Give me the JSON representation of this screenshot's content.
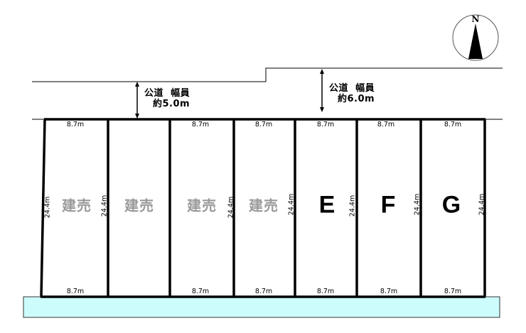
{
  "roads": [
    {
      "name": "公道",
      "label_width": "幅員",
      "width_value": "約5.0m"
    },
    {
      "name": "公道",
      "label_width": "幅員",
      "width_value": "約6.0m"
    }
  ],
  "compass": {
    "label": "N"
  },
  "lots": [
    {
      "name": "建売",
      "type": "sold-house",
      "top_width": "8.7m",
      "bottom_width": "8.7m",
      "left_depth": "24.4m"
    },
    {
      "name": "建売",
      "type": "sold-house",
      "top_width": "",
      "bottom_width": "",
      "left_depth": "24.4m"
    },
    {
      "name": "建売",
      "type": "sold-house",
      "top_width": "8.7m",
      "bottom_width": "8.7m",
      "left_depth": ""
    },
    {
      "name": "建売",
      "type": "sold-house",
      "top_width": "8.7m",
      "bottom_width": "8.7m",
      "left_depth": "24.4m"
    },
    {
      "name": "E",
      "type": "available",
      "top_width": "8.7m",
      "bottom_width": "8.7m",
      "left_depth": "24.4m"
    },
    {
      "name": "F",
      "type": "available",
      "top_width": "8.7m",
      "bottom_width": "8.7m",
      "left_depth": "24.4m"
    },
    {
      "name": "G",
      "type": "available",
      "top_width": "8.7m",
      "bottom_width": "8.7m",
      "left_depth": "24.4m"
    }
  ],
  "right_depth": "24.4m",
  "colors": {
    "lot_border": "#000000",
    "sold_label": "#9a9a9a",
    "waterway_fill": "#ccfcfc"
  }
}
